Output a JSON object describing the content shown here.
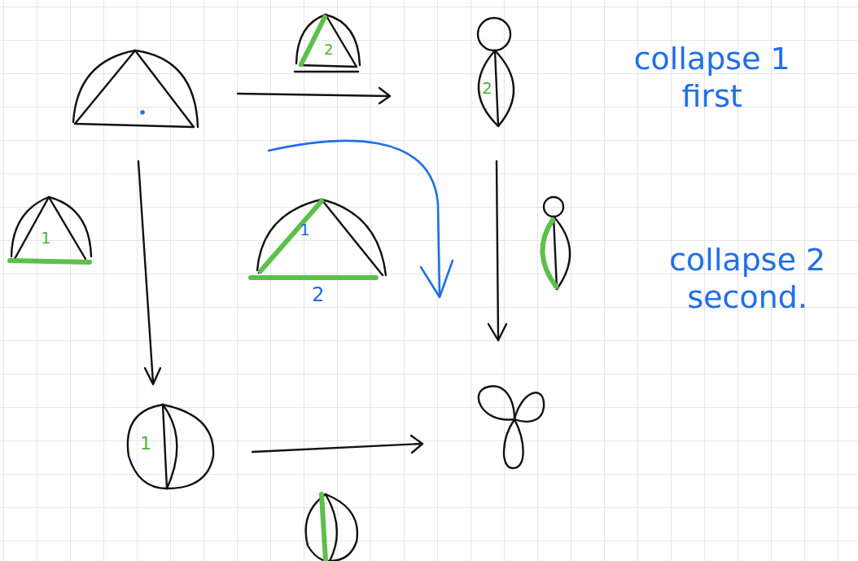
{
  "diagram": {
    "labels": [
      "2",
      "2",
      "collapse 1 first",
      "1",
      "1",
      "2",
      "collapse 2 second.",
      "1"
    ]
  }
}
